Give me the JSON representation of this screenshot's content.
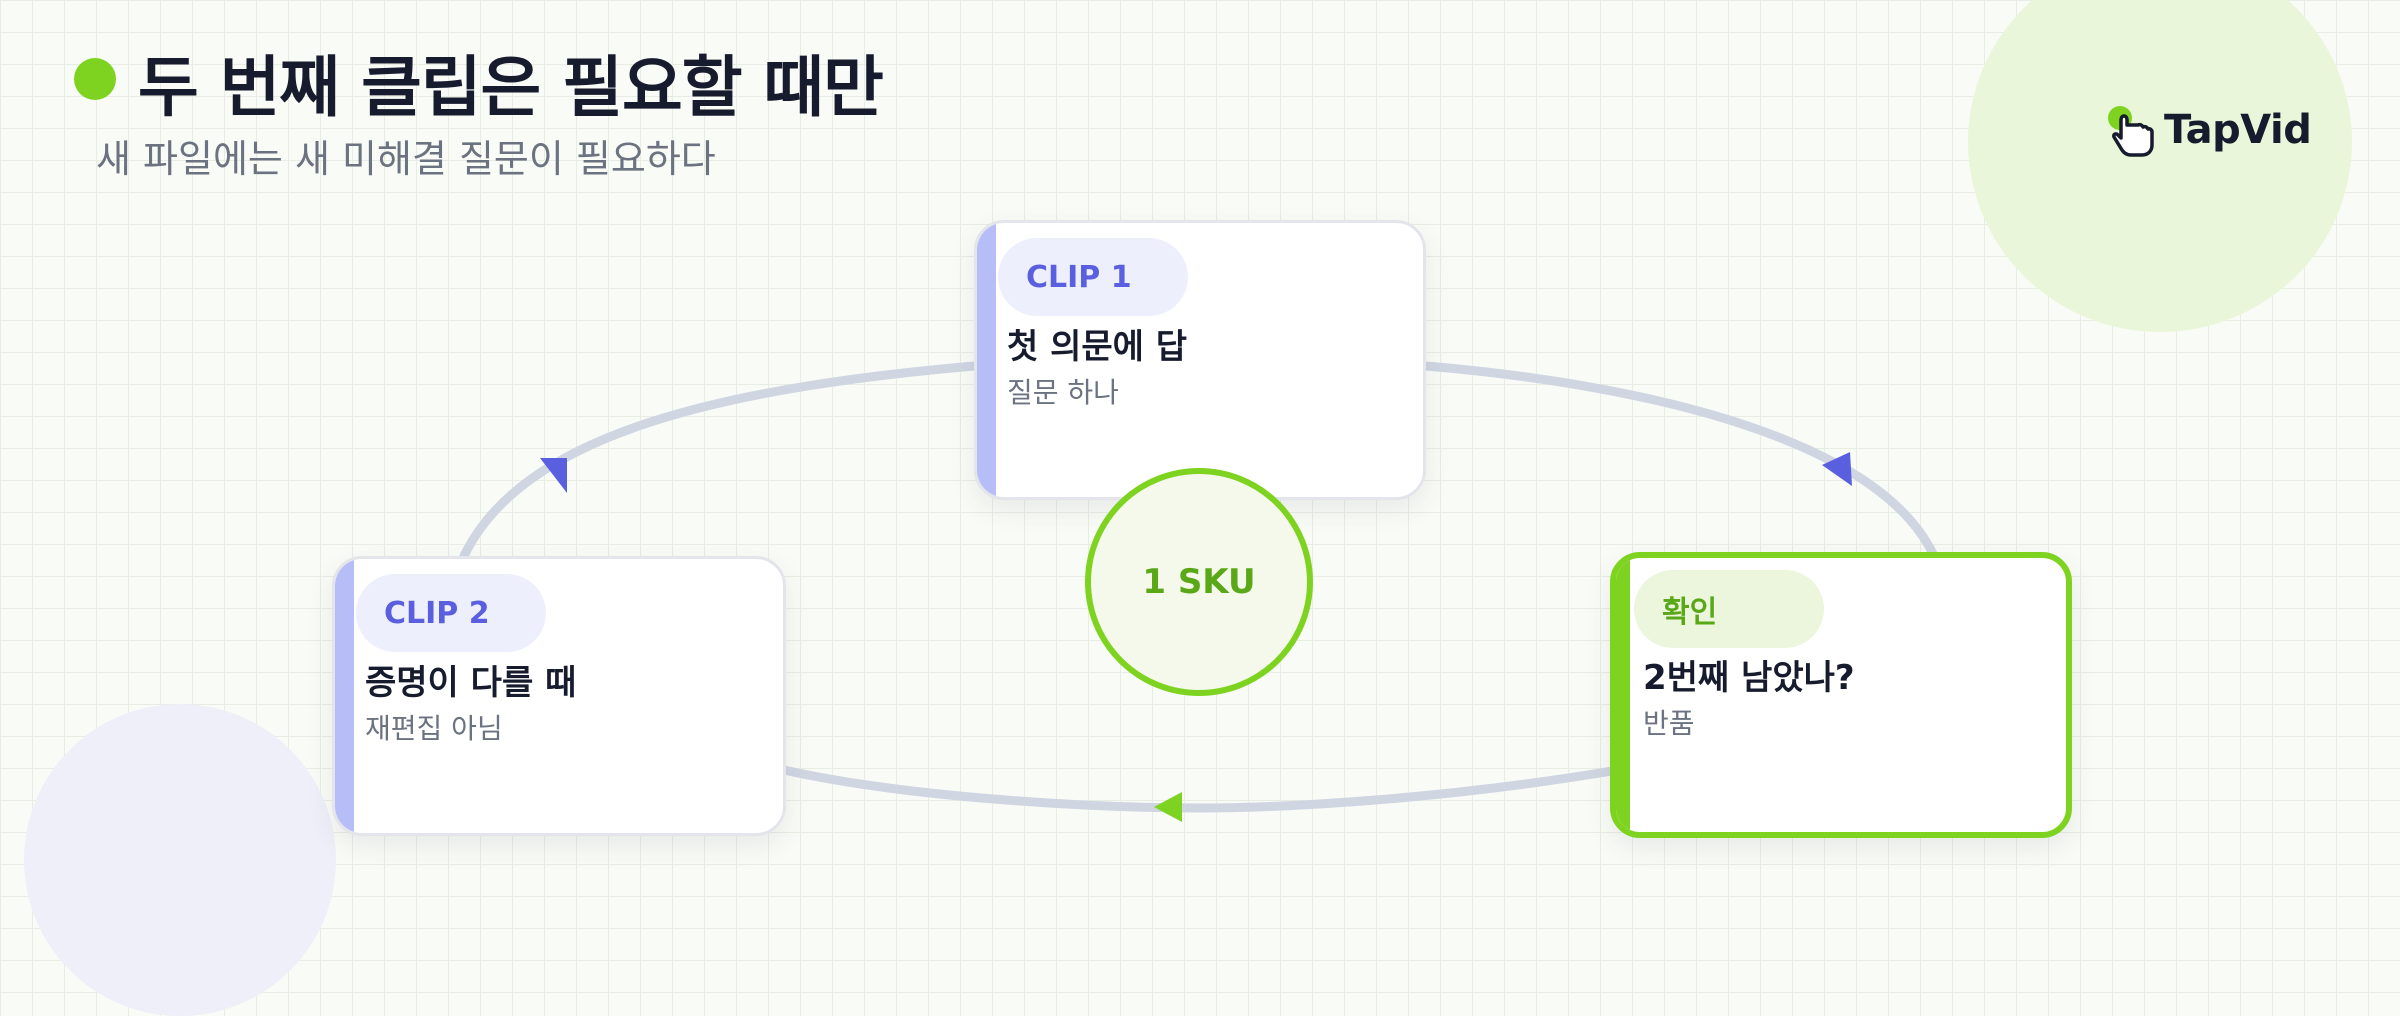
{
  "title": "두 번째 클립은 필요할 때만",
  "subtitle": "새 파일에는 새 미해결 질문이 필요하다",
  "logo": {
    "text": "TapVid",
    "icon": "pointer-hand-icon"
  },
  "nodes": {
    "clip1": {
      "tag": "CLIP 1",
      "title": "첫 의문에 답",
      "desc": "질문 하나"
    },
    "clip2": {
      "tag": "CLIP 2",
      "title": "증명이 다를 때",
      "desc": "재편집 아님"
    },
    "check": {
      "tag": "확인",
      "title": "2번째 남았나?",
      "desc": "반품"
    }
  },
  "center": {
    "label": "1 SKU"
  },
  "colors": {
    "accent_green": "#7ed321",
    "accent_blue": "#5a5fe0",
    "connector": "#cfd6e2",
    "text_dark": "#161b2d",
    "text_muted": "#6b7280"
  }
}
